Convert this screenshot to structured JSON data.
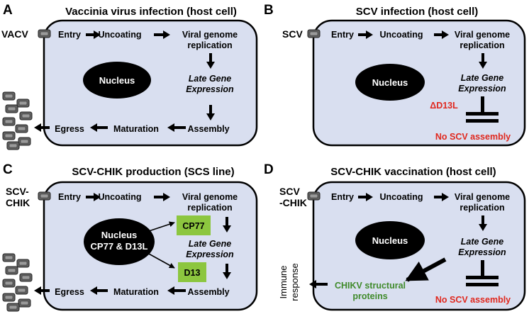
{
  "panels": [
    {
      "letter": "A",
      "title": "Vaccinia virus infection (host cell)",
      "virus": "VACV",
      "steps": {
        "entry": "Entry",
        "uncoating": "Uncoating",
        "replication_1": "Viral genome",
        "replication_2": "replication",
        "late_1": "Late Gene",
        "late_2": "Expression",
        "assembly": "Assembly",
        "maturation": "Maturation",
        "egress": "Egress"
      },
      "nucleus": "Nucleus"
    },
    {
      "letter": "B",
      "title": "SCV infection (host cell)",
      "virus": "SCV",
      "steps": {
        "entry": "Entry",
        "uncoating": "Uncoating",
        "replication_1": "Viral genome",
        "replication_2": "replication",
        "late_1": "Late Gene",
        "late_2": "Expression"
      },
      "nucleus": "Nucleus",
      "deletion": "ΔD13L",
      "no_assembly": "No SCV assembly"
    },
    {
      "letter": "C",
      "title": "SCV-CHIK production (SCS line)",
      "virus_1": "SCV-",
      "virus_2": "CHIK",
      "steps": {
        "entry": "Entry",
        "uncoating": "Uncoating",
        "replication_1": "Viral genome",
        "replication_2": "replication",
        "late_1": "Late Gene",
        "late_2": "Expression",
        "assembly": "Assembly",
        "maturation": "Maturation",
        "egress": "Egress"
      },
      "nucleus_1": "Nucleus",
      "nucleus_2": "CP77 & D13L",
      "box_cp77": "CP77",
      "box_d13": "D13"
    },
    {
      "letter": "D",
      "title": "SCV-CHIK vaccination (host cell)",
      "virus_1": "SCV",
      "virus_2": "-CHIK",
      "steps": {
        "entry": "Entry",
        "uncoating": "Uncoating",
        "replication_1": "Viral genome",
        "replication_2": "replication",
        "late_1": "Late Gene",
        "late_2": "Expression"
      },
      "nucleus": "Nucleus",
      "no_assembly": "No SCV assembly",
      "chikv_1": "CHIKV structural",
      "chikv_2": "proteins",
      "immune_1": "Immune",
      "immune_2": "response"
    }
  ],
  "colors": {
    "cell_fill": "#d9dff0",
    "red": "#e0281e",
    "green": "#3f8a2a",
    "green_box": "#8cc63f"
  }
}
